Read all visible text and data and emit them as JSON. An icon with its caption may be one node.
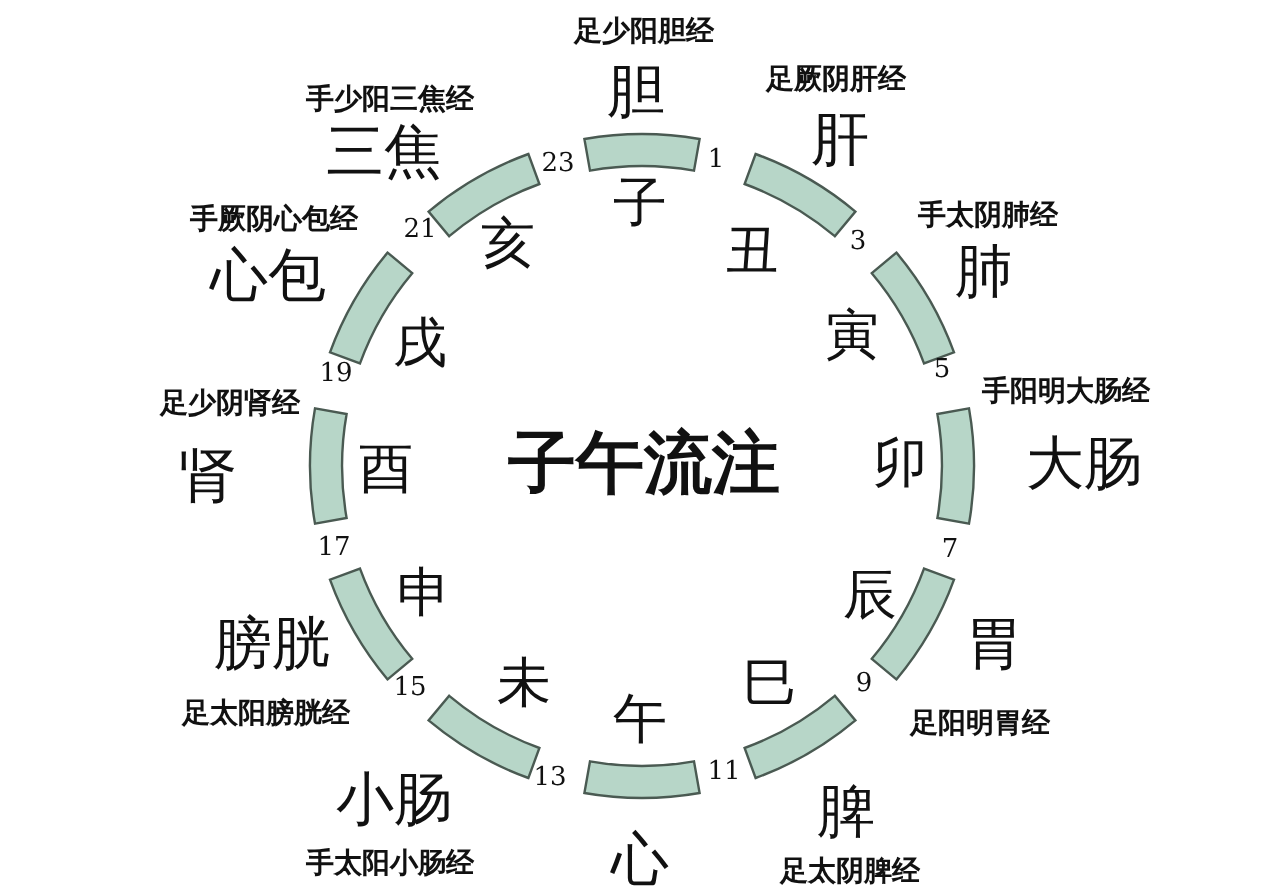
{
  "diagram": {
    "title": "子午流注",
    "labels": [
      "足少阳胆经",
      "胆",
      "23",
      "1",
      "子",
      "足厥阴肝经",
      "肝",
      "丑",
      "手少阳三焦经",
      "三焦",
      "亥",
      "手太阴肺经",
      "肺",
      "3",
      "21",
      "手厥阴心包经",
      "心包",
      "戌",
      "寅",
      "19",
      "5",
      "手阳明大肠经",
      "足少阴肾经",
      "肾",
      "酉",
      "卯",
      "大肠",
      "17",
      "7",
      "申",
      "辰",
      "膀胱",
      "胃",
      "未",
      "巳",
      "15",
      "9",
      "足太阳膀胱经",
      "午",
      "足阳明胃经",
      "13",
      "11",
      "小肠",
      "脾",
      "心",
      "手太阳小肠经",
      "足太阴脾经"
    ]
  }
}
